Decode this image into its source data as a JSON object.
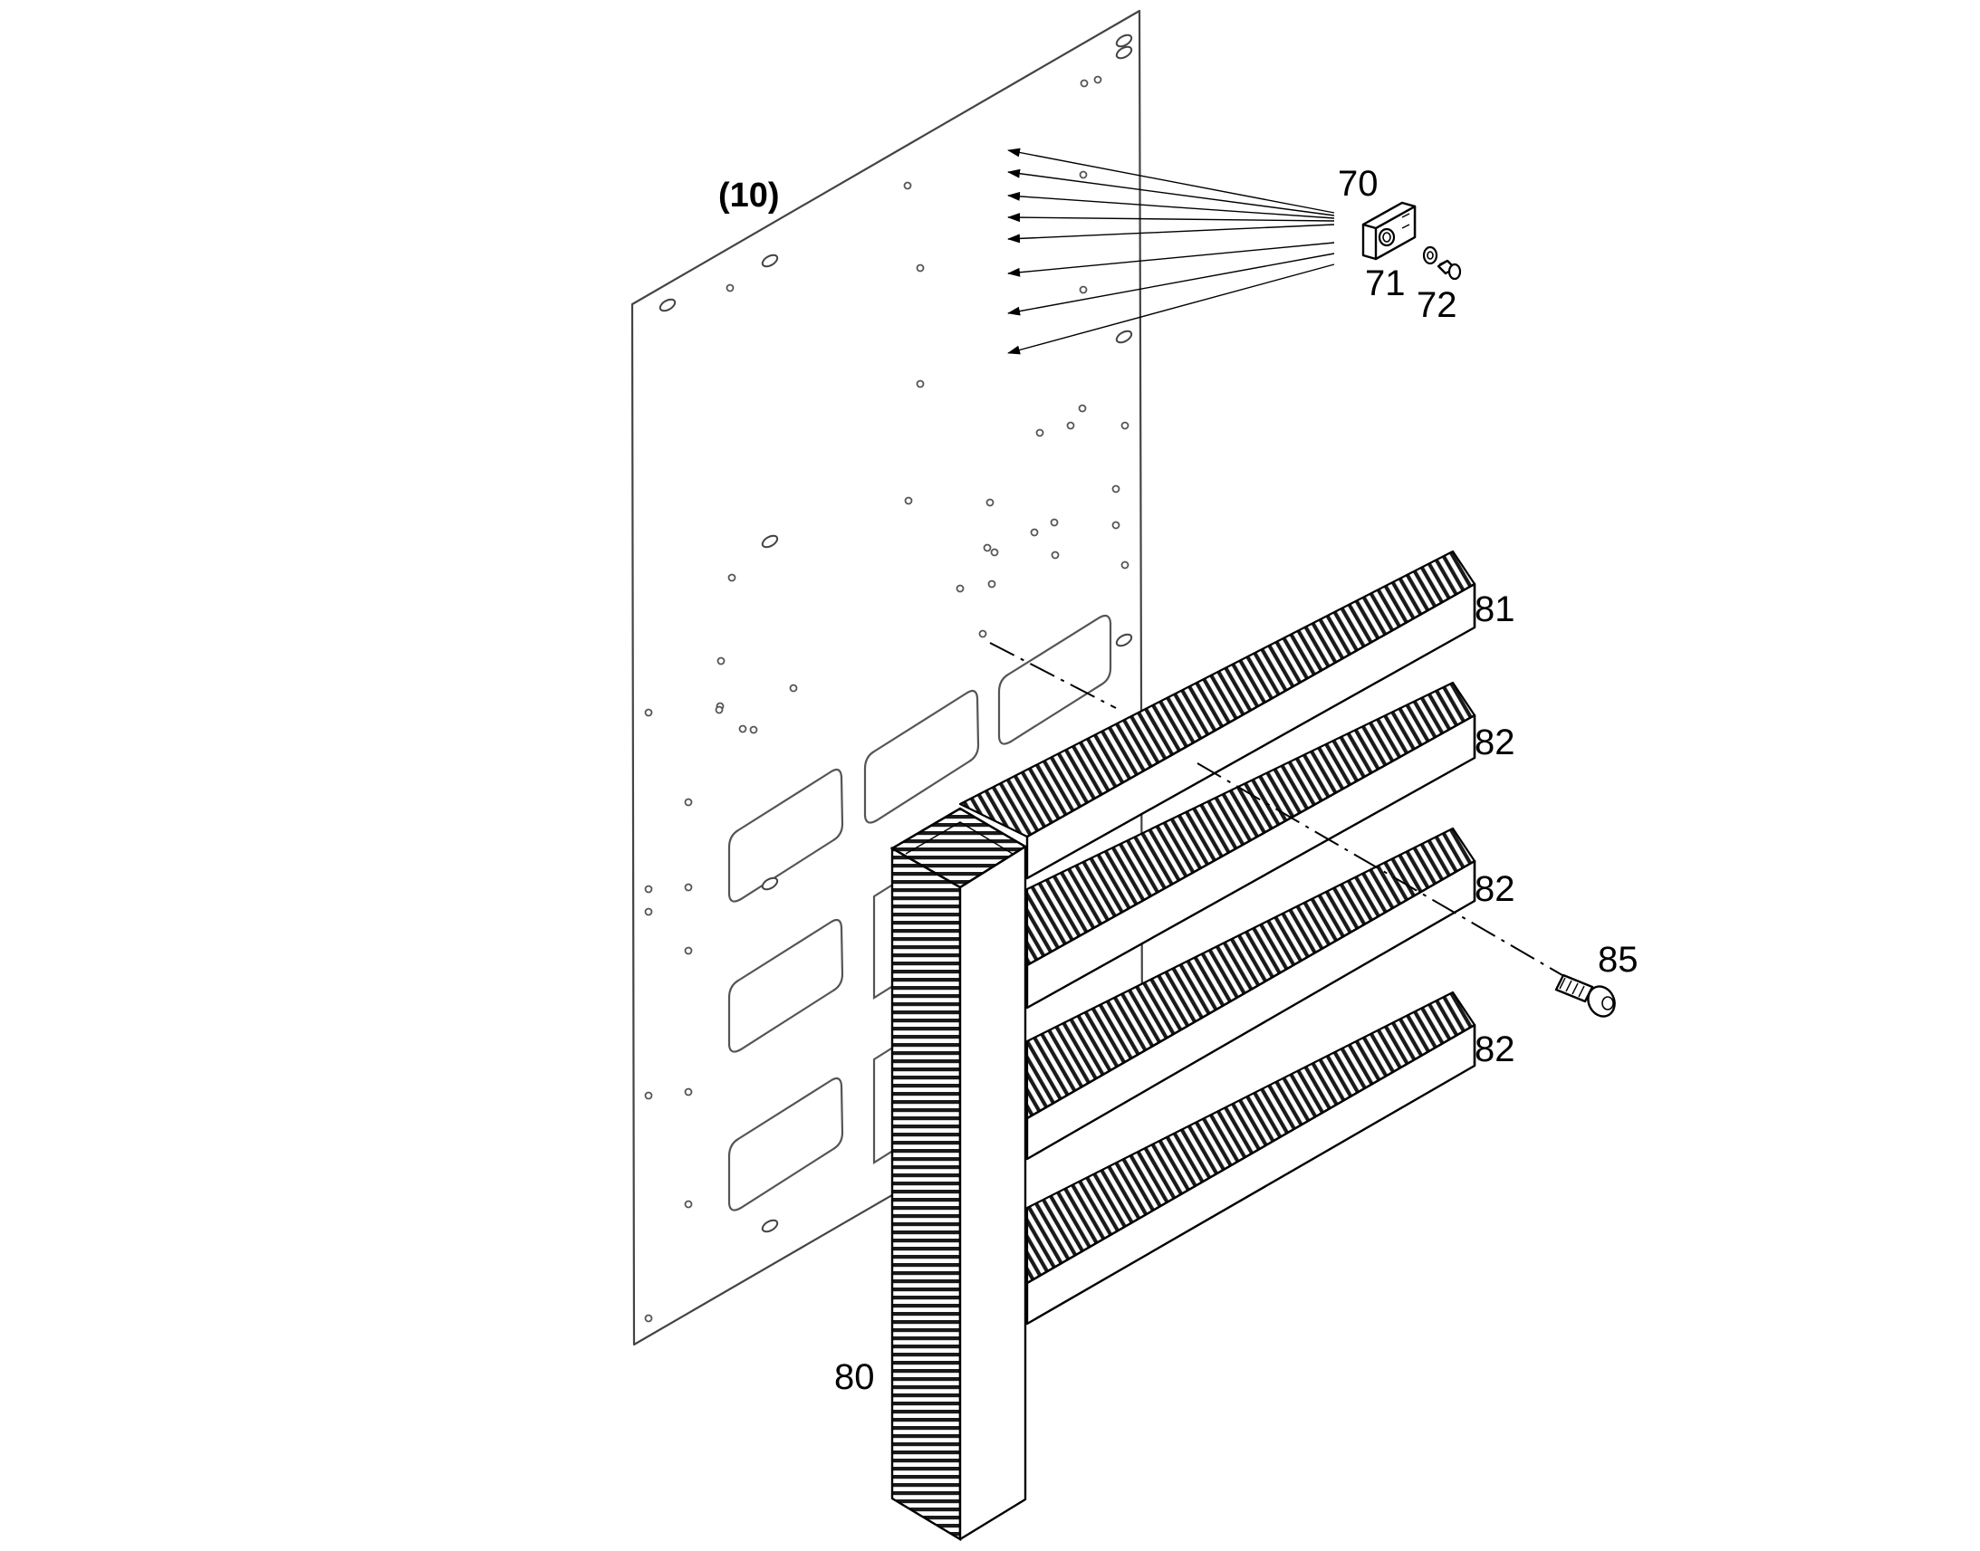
{
  "diagram": {
    "callouts": {
      "assembly_ref": "(10)",
      "clip": "70",
      "washer": "71",
      "screw_small": "72",
      "main_duct": "80",
      "top_duct": "81",
      "duct_2": "82",
      "duct_3": "82",
      "duct_4": "82",
      "screw": "85"
    },
    "parts": [
      {
        "id": "10",
        "name": "mounting-plate"
      },
      {
        "id": "70",
        "name": "cable-clip"
      },
      {
        "id": "71",
        "name": "washer"
      },
      {
        "id": "72",
        "name": "screw"
      },
      {
        "id": "80",
        "name": "vertical-wiring-duct"
      },
      {
        "id": "81",
        "name": "horizontal-wiring-duct"
      },
      {
        "id": "82",
        "name": "horizontal-wiring-duct"
      },
      {
        "id": "85",
        "name": "fixing-screw"
      }
    ]
  }
}
